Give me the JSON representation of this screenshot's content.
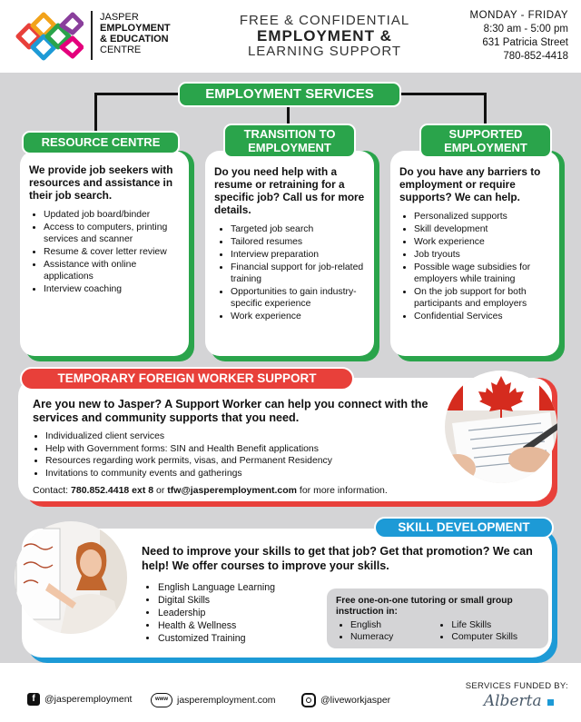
{
  "header": {
    "org_line1": "JASPER",
    "org_line2": "EMPLOYMENT",
    "org_line3": "& EDUCATION",
    "org_line4": "CENTRE",
    "tagline1": "FREE & CONFIDENTIAL",
    "tagline2": "EMPLOYMENT &",
    "tagline3": "LEARNING SUPPORT",
    "days": "MONDAY  - FRIDAY",
    "hours": "8:30 am - 5:00 pm",
    "address": "631 Patricia Street",
    "phone": "780-852-4418"
  },
  "employment": {
    "title": "EMPLOYMENT SERVICES",
    "resource": {
      "title": "RESOURCE CENTRE",
      "lead": "We provide job seekers with resources and assistance in their job search.",
      "items": [
        "Updated job board/binder",
        "Access to computers, printing services and scanner",
        "Resume & cover letter review",
        "Assistance with online applications",
        "Interview coaching"
      ]
    },
    "transition": {
      "title_line1": "TRANSITION TO",
      "title_line2": "EMPLOYMENT",
      "lead": "Do you need help with a resume or retraining for a specific job? Call us for more details.",
      "items": [
        "Targeted job search",
        "Tailored resumes",
        "Interview preparation",
        "Financial support for job-related training",
        "Opportunities to gain industry-specific experience",
        "Work experience"
      ]
    },
    "supported": {
      "title_line1": "SUPPORTED",
      "title_line2": "EMPLOYMENT",
      "lead": "Do you have any barriers to employment or require supports? We can help.",
      "items": [
        "Personalized supports",
        "Skill development",
        "Work experience",
        "Job tryouts",
        "Possible wage subsidies for employers while training",
        "On the job support for both participants and employers",
        "Confidential Services"
      ]
    }
  },
  "tfw": {
    "title": "TEMPORARY FOREIGN WORKER SUPPORT",
    "lead": "Are you new to Jasper? A Support Worker can help you connect with the services and community supports that you need.",
    "items": [
      "Individualized client services",
      "Help with Government forms: SIN and Health Benefit applications",
      "Resources regarding work permits, visas, and Permanent Residency",
      "Invitations to community events and gatherings"
    ],
    "contact_prefix": "Contact: ",
    "contact_phone": "780.852.4418 ext 8",
    "contact_or": " or ",
    "contact_email": "tfw@jasperemployment.com",
    "contact_suffix": " for more information."
  },
  "skill": {
    "title": "SKILL DEVELOPMENT",
    "lead": "Need to improve your skills to get that job? Get that promotion? We can help! We offer courses to improve your skills.",
    "items": [
      "English Language Learning",
      "Digital Skills",
      "Leadership",
      "Health & Wellness",
      "Customized Training"
    ],
    "tutoring_title": "Free one-on-one tutoring or small group instruction in:",
    "tutoring_col1": [
      "English",
      "Numeracy"
    ],
    "tutoring_col2": [
      "Life Skills",
      "Computer Skills"
    ]
  },
  "footer": {
    "facebook": "@jasperemployment",
    "website_icon": "www",
    "website": "jasperemployment.com",
    "instagram": "@liveworkjasper",
    "funded_by": "SERVICES FUNDED BY:",
    "funder": "Alberta"
  },
  "colors": {
    "green": "#2aa44b",
    "red": "#e8403a",
    "blue": "#1d9ad6",
    "panel": "#d4d4d6"
  }
}
